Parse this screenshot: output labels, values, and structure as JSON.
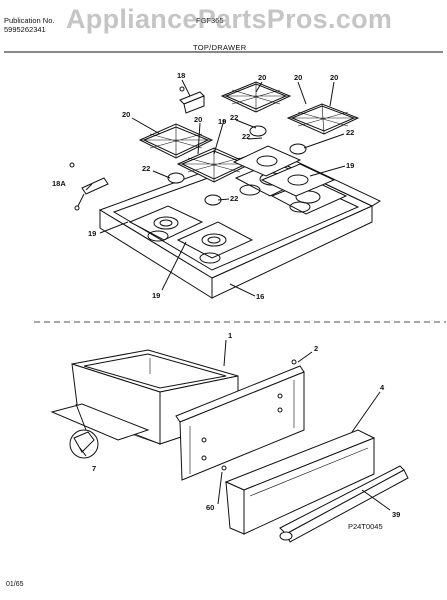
{
  "header": {
    "publication_label": "Publication No.",
    "publication_number": "5995262341",
    "model": "FGF365",
    "section_title": "TOP/DRAWER"
  },
  "watermark": "AppliancePartsPros.com",
  "figure_code": "P24T0045",
  "footer_date": "01/65",
  "callouts": {
    "c18": "18",
    "c20a": "20",
    "c20b": "20",
    "c20c": "20",
    "c20d": "20",
    "c20e": "20",
    "c22a": "22",
    "c22b": "22",
    "c22c": "22",
    "c22d": "22",
    "c22e": "22",
    "c19a": "19",
    "c19b": "19",
    "c19c": "19",
    "c19d": "19",
    "c18a": "18A",
    "c16": "16",
    "c1": "1",
    "c2": "2",
    "c4": "4",
    "c7": "7",
    "c60": "60",
    "c39": "39"
  }
}
